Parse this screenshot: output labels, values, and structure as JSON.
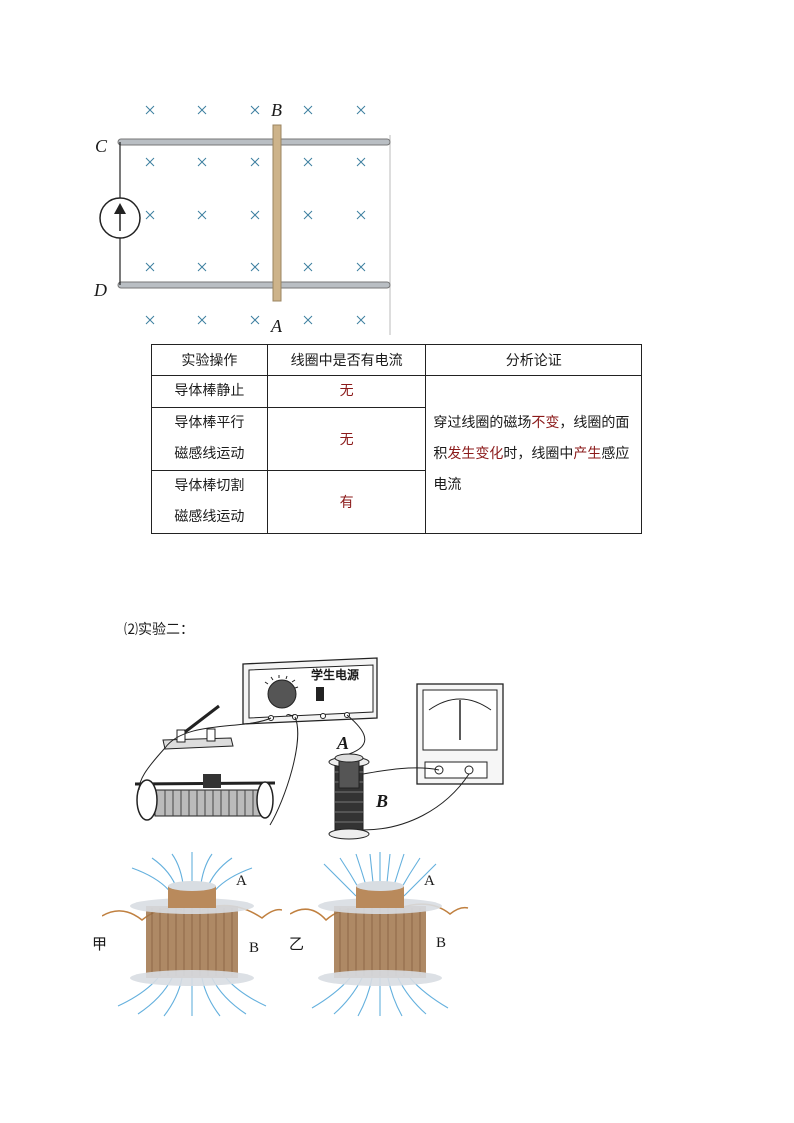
{
  "figure1": {
    "labels": {
      "B": "B",
      "C": "C",
      "D": "D",
      "A": "A"
    },
    "field_mark": "×",
    "meter_icon": "ammeter-arrow-icon"
  },
  "table": {
    "headers": [
      "实验操作",
      "线圈中是否有电流",
      "分析论证"
    ],
    "rows": [
      {
        "op": [
          "导体棒静止"
        ],
        "current": "无"
      },
      {
        "op": [
          "导体棒平行",
          "磁感线运动"
        ],
        "current": "无"
      },
      {
        "op": [
          "导体棒切割",
          "磁感线运动"
        ],
        "current": "有"
      }
    ],
    "analysis": {
      "p1": "穿过线圈的磁场",
      "p2": "不变",
      "p3": "，线圈的面积",
      "p4": "发生变化",
      "p5": "时，线圈中",
      "p6": "产生",
      "p7": "感应电流"
    }
  },
  "section2": {
    "title": "⑵实验二：",
    "power_supply_label": "学生电源",
    "coil_label_A": "A",
    "coil_label_B": "B",
    "power_symbol": "~"
  },
  "coils": {
    "left_tag": "甲",
    "right_tag": "乙",
    "inner": "A",
    "outer": "B"
  },
  "colors": {
    "rail": "#9aa0a6",
    "rod": "#cdb38a",
    "field": "#3d7fa0",
    "answer": "#8b1a1a",
    "field_lines": "#4aa3d8",
    "coil": "#a0744a"
  }
}
